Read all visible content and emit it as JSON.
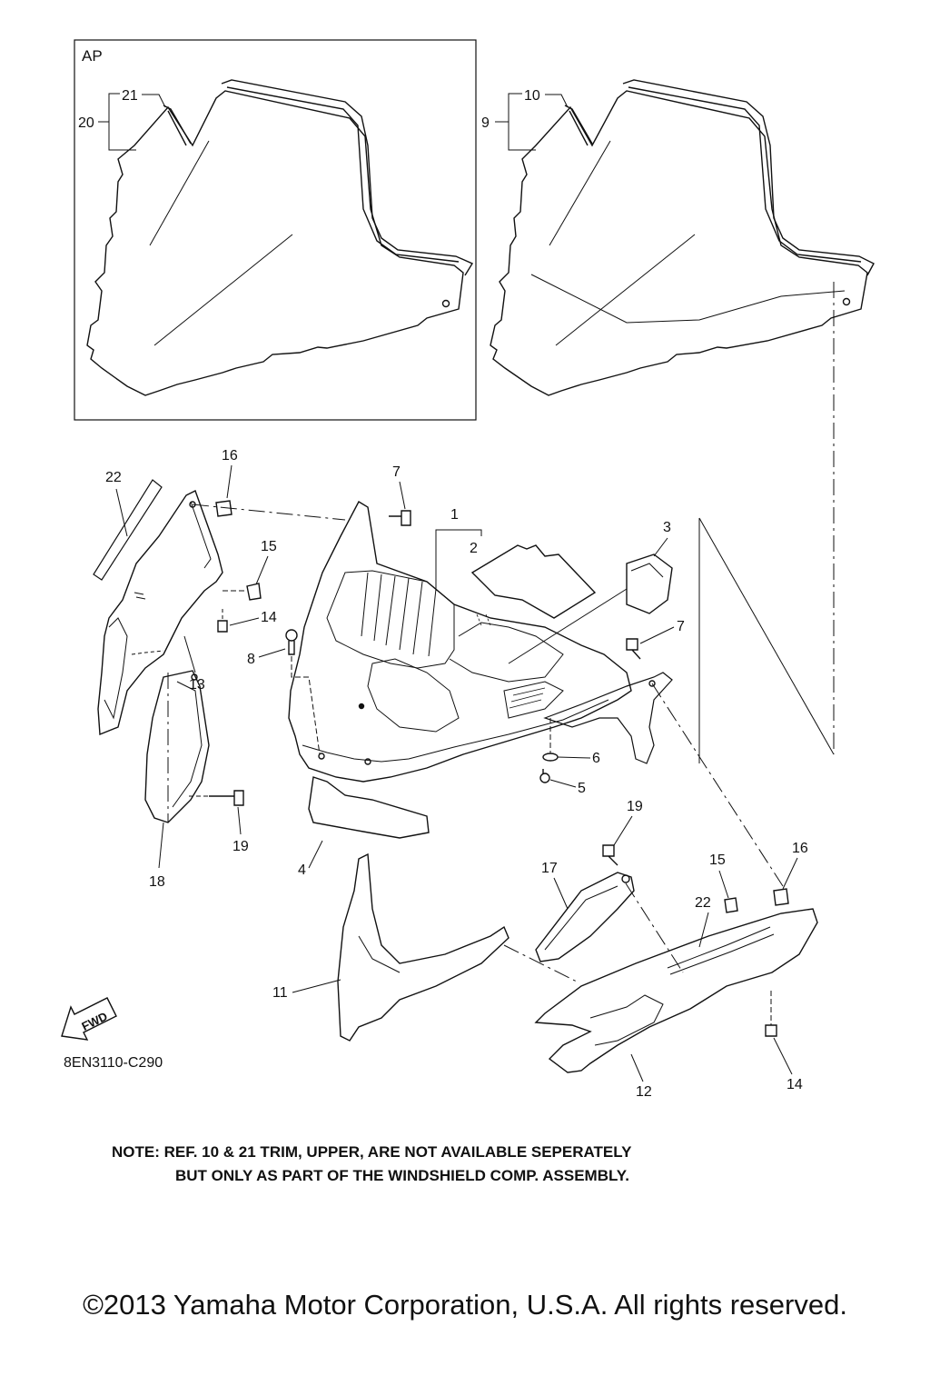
{
  "diagram": {
    "box_label": "AP",
    "callouts": {
      "c20": "20",
      "c21": "21",
      "c9": "9",
      "c10": "10",
      "c22a": "22",
      "c16a": "16",
      "c7a": "7",
      "c1": "1",
      "c2": "2",
      "c3": "3",
      "c15a": "15",
      "c14a": "14",
      "c8": "8",
      "c7b": "7",
      "c13": "13",
      "c6": "6",
      "c5": "5",
      "c19a": "19",
      "c18": "18",
      "c4": "4",
      "c19b": "19",
      "c17": "17",
      "c15b": "15",
      "c16b": "16",
      "c22b": "22",
      "c11": "11",
      "c12": "12",
      "c14b": "14"
    },
    "fwd_label": "FWD",
    "diagram_code": "8EN3110-C290"
  },
  "note": {
    "line1": "NOTE: REF. 10 & 21 TRIM, UPPER, ARE NOT AVAILABLE SEPERATELY",
    "line2": "BUT ONLY AS PART OF THE WINDSHIELD COMP. ASSEMBLY."
  },
  "copyright": "©2013 Yamaha Motor Corporation, U.S.A. All rights reserved."
}
